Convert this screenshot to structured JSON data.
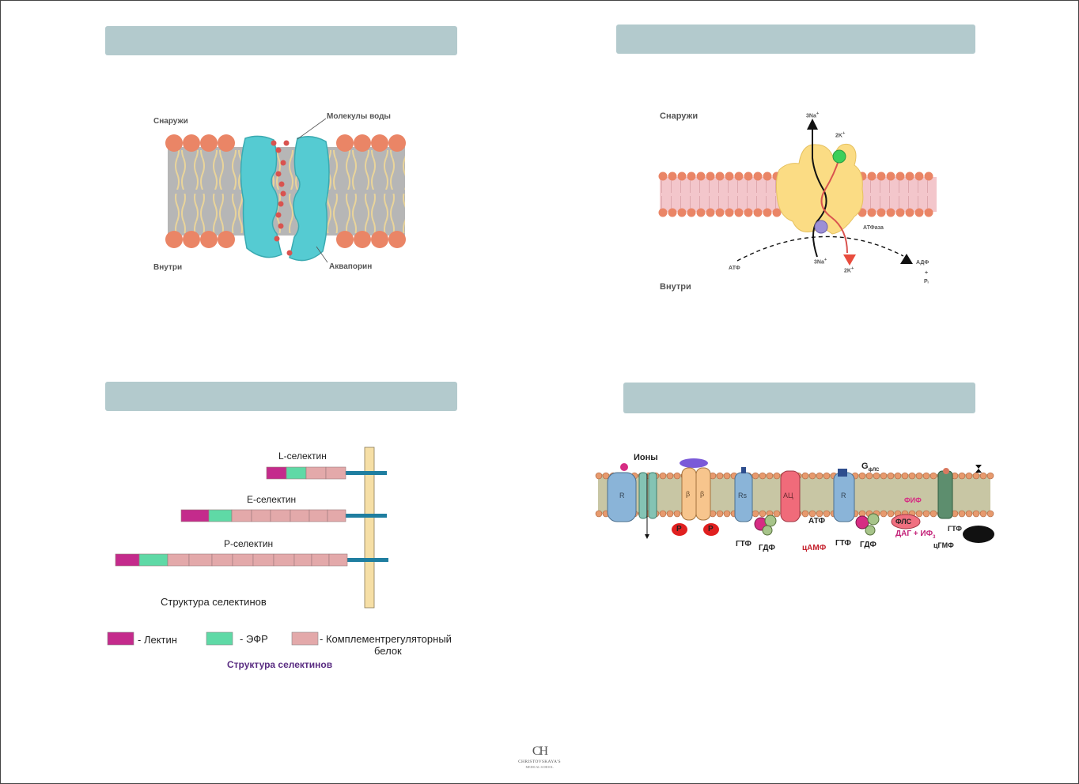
{
  "aquaporin": {
    "outside_label": "Снаружи",
    "inside_label": "Внутри",
    "water_label": "Молекулы воды",
    "protein_label": "Аквапорин"
  },
  "pump": {
    "outside_label": "Снаружи",
    "inside_label": "Внутри",
    "na_out": "3Na",
    "k_in_top": "2K",
    "na_in": "3Na",
    "k_in": "2K",
    "atpase": "АТФаза",
    "atp": "АТФ",
    "adp": "АДФ",
    "plus": "+",
    "pi": "Pᵢ"
  },
  "selectins": {
    "l_label": "L-селектин",
    "e_label": "E-селектин",
    "p_label": "P-селектин",
    "caption": "Структура селектинов",
    "legend_lectin": "- Лектин",
    "legend_egf": "- ЭФР",
    "legend_comp_1": "- Комплементрегуляторный",
    "legend_comp_2": "белок",
    "footer_caption": "Структура селектинов",
    "colors": {
      "lectin": "#c42b8c",
      "egf": "#5fd9a6",
      "comp": "#e3a9aa",
      "tail": "#1f7ea0",
      "membrane": "#f6dfa6"
    }
  },
  "signaling": {
    "ions": "Ионы",
    "g_label": "G",
    "g_sub": "фЛС",
    "r1": "R",
    "b1": "β",
    "b2": "β",
    "rs": "Rs",
    "ac": "АЦ",
    "r2": "R",
    "p1": "P",
    "p2": "P",
    "gtp1": "ГТФ",
    "gdp1": "ГДФ",
    "atf": "АТФ",
    "camp": "цАМФ",
    "gtp2": "ГТФ",
    "gdp2": "ГДФ",
    "fif": "ФИФ",
    "fls": "ФЛС",
    "dag": "ДАГ + ИФ",
    "dag_sub": "3",
    "gtp3": "ГТФ",
    "cgmp": "цГМФ"
  },
  "logo": {
    "mark": "CH",
    "line1": "CHRISTOVSKAYA'S",
    "line2": "MEDICAL SCHOOL"
  }
}
